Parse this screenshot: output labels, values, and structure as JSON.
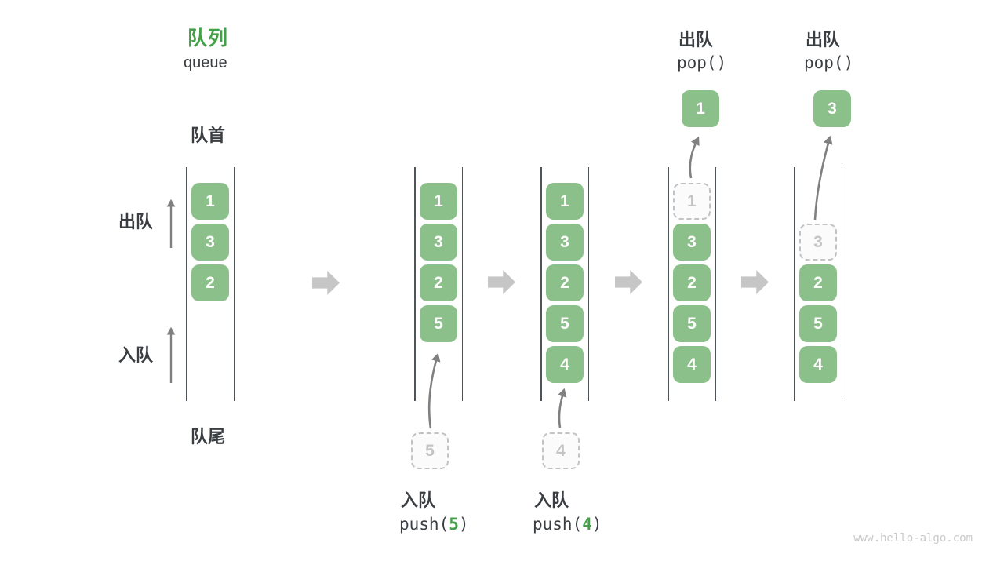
{
  "header": {
    "title_zh": "队列",
    "title_en": "queue"
  },
  "side_labels": {
    "front": "队首",
    "rear": "队尾",
    "dequeue": "出队",
    "enqueue": "入队"
  },
  "colors": {
    "box_green": "#8cc08a",
    "accent_green": "#43a047",
    "text_dark": "#3a3e42",
    "wall_gray": "#4f5458",
    "block_arrow_gray": "#c6c6c6",
    "curve_arrow_gray": "#808080",
    "ghost_gray": "#c4c4c4"
  },
  "states": [
    {
      "slots": [
        {
          "value": "1",
          "style": "solid"
        },
        {
          "value": "3",
          "style": "solid"
        },
        {
          "value": "2",
          "style": "solid"
        }
      ]
    },
    {
      "slots": [
        {
          "value": "1",
          "style": "solid"
        },
        {
          "value": "3",
          "style": "solid"
        },
        {
          "value": "2",
          "style": "solid"
        },
        {
          "value": "5",
          "style": "solid"
        }
      ]
    },
    {
      "slots": [
        {
          "value": "1",
          "style": "solid"
        },
        {
          "value": "3",
          "style": "solid"
        },
        {
          "value": "2",
          "style": "solid"
        },
        {
          "value": "5",
          "style": "solid"
        },
        {
          "value": "4",
          "style": "solid"
        }
      ]
    },
    {
      "slots": [
        {
          "value": "1",
          "style": "ghost"
        },
        {
          "value": "3",
          "style": "solid"
        },
        {
          "value": "2",
          "style": "solid"
        },
        {
          "value": "5",
          "style": "solid"
        },
        {
          "value": "4",
          "style": "solid"
        }
      ]
    },
    {
      "slots": [
        {
          "value": "3",
          "style": "ghost"
        },
        {
          "value": "2",
          "style": "solid"
        },
        {
          "value": "5",
          "style": "solid"
        },
        {
          "value": "4",
          "style": "solid"
        }
      ]
    }
  ],
  "enqueue_ops": [
    {
      "label": "入队",
      "fn_open": "push(",
      "arg": "5",
      "fn_close": ")",
      "staged_value": "5"
    },
    {
      "label": "入队",
      "fn_open": "push(",
      "arg": "4",
      "fn_close": ")",
      "staged_value": "4"
    }
  ],
  "dequeue_ops": [
    {
      "label": "出队",
      "fn": "pop()",
      "popped_value": "1"
    },
    {
      "label": "出队",
      "fn": "pop()",
      "popped_value": "3"
    }
  ],
  "watermark": "www.hello-algo.com"
}
